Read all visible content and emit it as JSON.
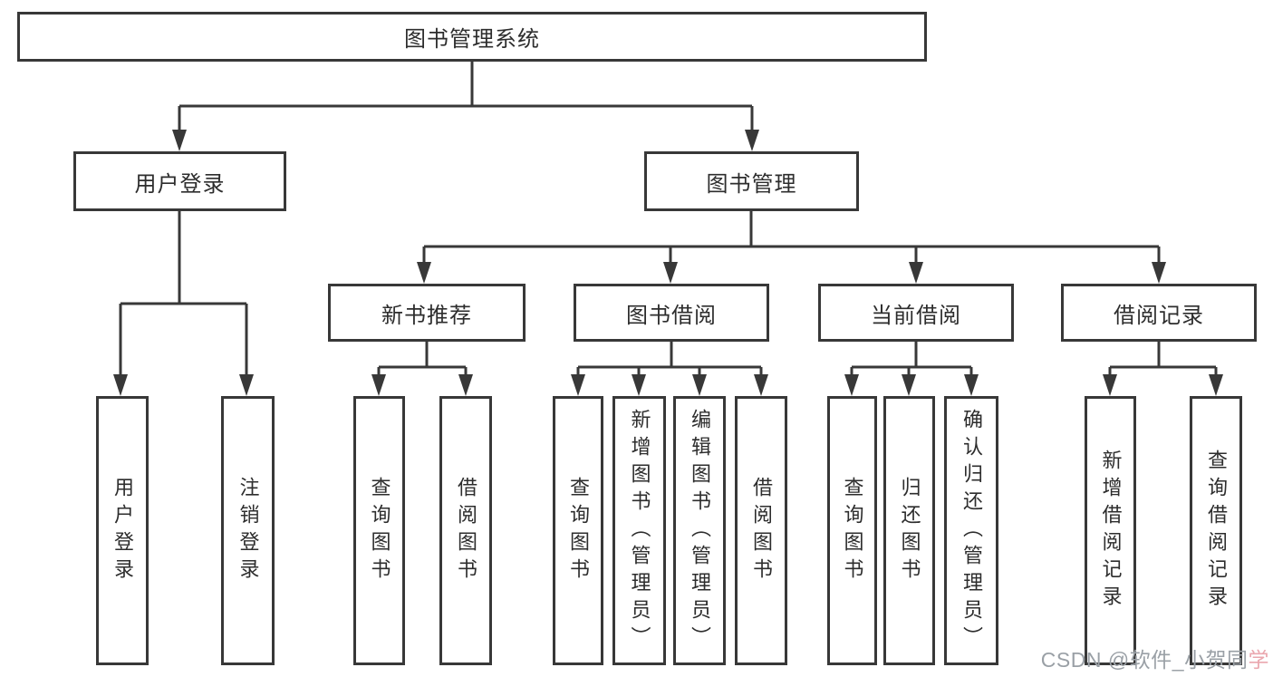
{
  "diagram": {
    "type": "hierarchy-tree",
    "title": "图书管理系统"
  },
  "nodes": {
    "root": {
      "label": "图书管理系统",
      "level": 1
    },
    "user_login": {
      "label": "用户登录",
      "level": 2
    },
    "book_mgmt": {
      "label": "图书管理",
      "level": 2
    },
    "login": {
      "label": "用户登录",
      "level": 4,
      "parent": "用户登录"
    },
    "logout": {
      "label": "注销登录",
      "level": 4,
      "parent": "用户登录"
    },
    "new_rec": {
      "label": "新书推荐",
      "level": 3,
      "parent": "图书管理"
    },
    "book_borrow": {
      "label": "图书借阅",
      "level": 3,
      "parent": "图书管理"
    },
    "current_borrow": {
      "label": "当前借阅",
      "level": 3,
      "parent": "图书管理"
    },
    "borrow_records": {
      "label": "借阅记录",
      "level": 3,
      "parent": "图书管理"
    },
    "rec_query": {
      "label": "查询图书",
      "level": 4,
      "parent": "新书推荐"
    },
    "rec_borrow": {
      "label": "借阅图书",
      "level": 4,
      "parent": "新书推荐"
    },
    "bb_query": {
      "label": "查询图书",
      "level": 4,
      "parent": "图书借阅"
    },
    "bb_add": {
      "label": "新增图书（管理员）",
      "level": 4,
      "parent": "图书借阅"
    },
    "bb_edit": {
      "label": "编辑图书（管理员）",
      "level": 4,
      "parent": "图书借阅"
    },
    "bb_borrow": {
      "label": "借阅图书",
      "level": 4,
      "parent": "图书借阅"
    },
    "cb_query": {
      "label": "查询图书",
      "level": 4,
      "parent": "当前借阅"
    },
    "cb_return": {
      "label": "归还图书",
      "level": 4,
      "parent": "当前借阅"
    },
    "cb_confirm": {
      "label": "确认归还（管理员）",
      "level": 4,
      "parent": "当前借阅"
    },
    "br_add": {
      "label": "新增借阅记录",
      "level": 4,
      "parent": "借阅记录"
    },
    "br_query": {
      "label": "查询借阅记录",
      "level": 4,
      "parent": "借阅记录"
    }
  },
  "watermark": {
    "text_gray": "CSDN @软件_小贺同",
    "text_pink": "学"
  },
  "colors": {
    "line": "#383838",
    "box_border": "#383838",
    "box_fill": "#ffffff",
    "text": "#2d2d2d",
    "background": "#ffffff",
    "watermark_gray": "#9aa0a6",
    "watermark_pink": "#eaa7ae"
  }
}
